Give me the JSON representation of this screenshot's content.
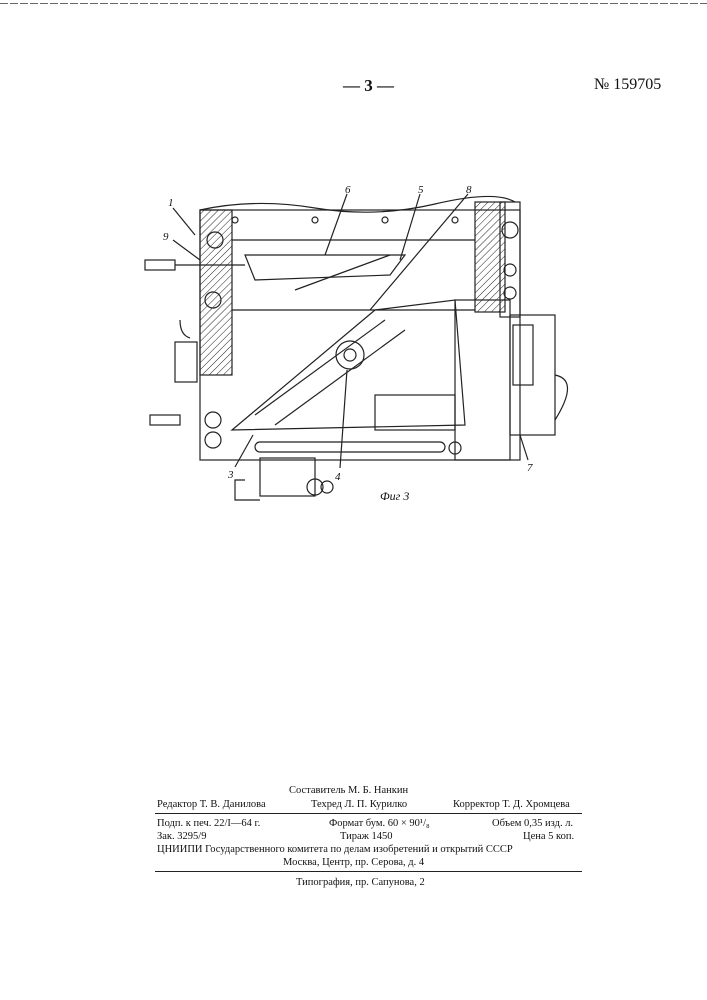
{
  "header": {
    "page_number": "— 3 —",
    "patent_number": "№ 159705"
  },
  "figure": {
    "caption": "Фиг 3",
    "labels": [
      "1",
      "9",
      "6",
      "5",
      "8",
      "3",
      "4",
      "7"
    ]
  },
  "footer": {
    "compiler": "Составитель М. Б. Нанкин",
    "editor": "Редактор Т. В. Данилова",
    "techred": "Техред Л. П. Курилко",
    "corrector": "Корректор Т. Д. Хромцева",
    "signed": "Подп. к печ. 22/I—64 г.",
    "format": "Формат бум. 60 × 90¹/₈",
    "volume": "Объем 0,35 изд. л.",
    "order": "Зак. 3295/9",
    "circulation": "Тираж 1450",
    "price": "Цена 5 коп.",
    "institute": "ЦНИИПИ Государственного комитета по делам изобретений и открытий СССР",
    "address": "Москва, Центр, пр. Серова, д. 4",
    "printer": "Типография, пр. Сапунова, 2"
  }
}
